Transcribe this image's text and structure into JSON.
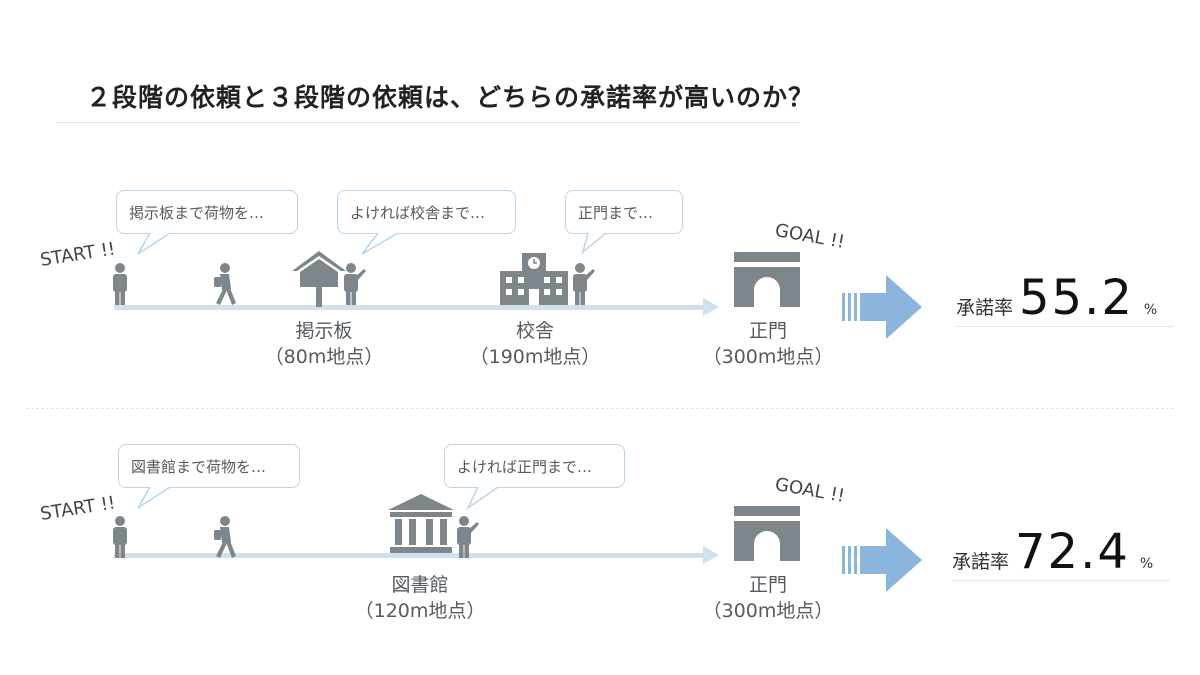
{
  "title": "２段階の依頼と３段階の依頼は、どちらの承諾率が高いのか？",
  "colors": {
    "track": "#cfe0ef",
    "icon": "#7c868b",
    "bubble_border": "#b8d5ea",
    "result_arrow": "#8bb5dd"
  },
  "scenarios": [
    {
      "start_label": "START !!",
      "goal_label": "GOAL !!",
      "bubbles": [
        {
          "text": "掲示板まで荷物を…"
        },
        {
          "text": "よければ校舎まで…"
        },
        {
          "text": "正門まで…"
        }
      ],
      "places": [
        {
          "icon": "bulletin-board-icon",
          "name": "掲示板",
          "distance": "（80m地点）"
        },
        {
          "icon": "school-building-icon",
          "name": "校舎",
          "distance": "（190m地点）"
        },
        {
          "icon": "gate-icon",
          "name": "正門",
          "distance": "（300m地点）"
        }
      ],
      "result": {
        "label": "承諾率",
        "value": "55.2",
        "unit": "%"
      }
    },
    {
      "start_label": "START !!",
      "goal_label": "GOAL !!",
      "bubbles": [
        {
          "text": "図書館まで荷物を…"
        },
        {
          "text": "よければ正門まで…"
        }
      ],
      "places": [
        {
          "icon": "library-icon",
          "name": "図書館",
          "distance": "（120m地点）"
        },
        {
          "icon": "gate-icon",
          "name": "正門",
          "distance": "（300m地点）"
        }
      ],
      "result": {
        "label": "承諾率",
        "value": "72.4",
        "unit": "%"
      }
    }
  ]
}
